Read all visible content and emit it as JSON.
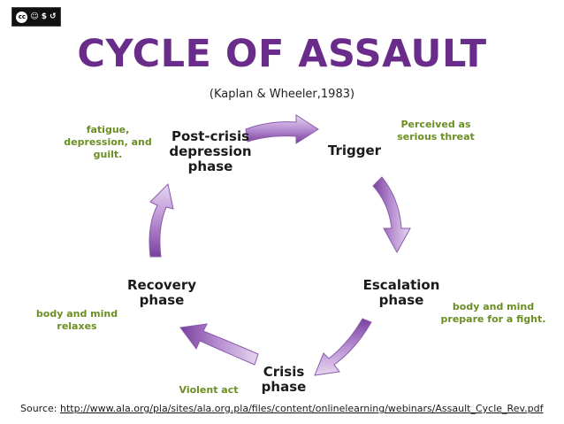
{
  "badge": {
    "text": "cc",
    "icons": [
      "by-icon",
      "nc-icon",
      "sa-icon"
    ]
  },
  "title": "CYCLE OF ASSAULT",
  "subtitle": "(Kaplan & Wheeler,1983)",
  "phases": {
    "post_crisis": "Post-crisis depression phase",
    "trigger": "Trigger",
    "escalation": "Escalation phase",
    "crisis": "Crisis phase",
    "recovery": "Recovery phase"
  },
  "notes": {
    "fatigue": "fatigue, depression, and guilt.",
    "perceived": "Perceived as serious threat",
    "body_mind_prepare": "body and mind prepare for a fight.",
    "violent": "Violent act",
    "body_mind_relaxes": "body and mind relaxes"
  },
  "source": {
    "label": "Source: ",
    "url": "http://www.ala.org/pla/sites/ala.org.pla/files/content/onlinelearning/webinars/Assault_Cycle_Rev.pdf"
  },
  "colors": {
    "title": "#6a2c8a",
    "arrow_light": "#c8a6de",
    "arrow_dark": "#7a3f9e",
    "notes": "#6b8e23"
  }
}
